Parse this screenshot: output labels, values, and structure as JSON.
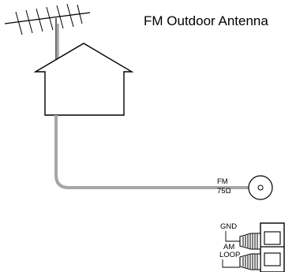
{
  "title": "FM Outdoor Antenna",
  "jack": {
    "label_line1": "FM",
    "label_line2": "75Ω"
  },
  "terminals": {
    "gnd_label": "GND",
    "am_label": "AM",
    "loop_label": "LOOP"
  },
  "colors": {
    "ink": "#000000",
    "cable": "#a6a6a6",
    "background": "#ffffff"
  },
  "icons": [
    "tv-antenna-icon",
    "house-icon",
    "coax-jack-icon",
    "terminal-block-icon"
  ]
}
